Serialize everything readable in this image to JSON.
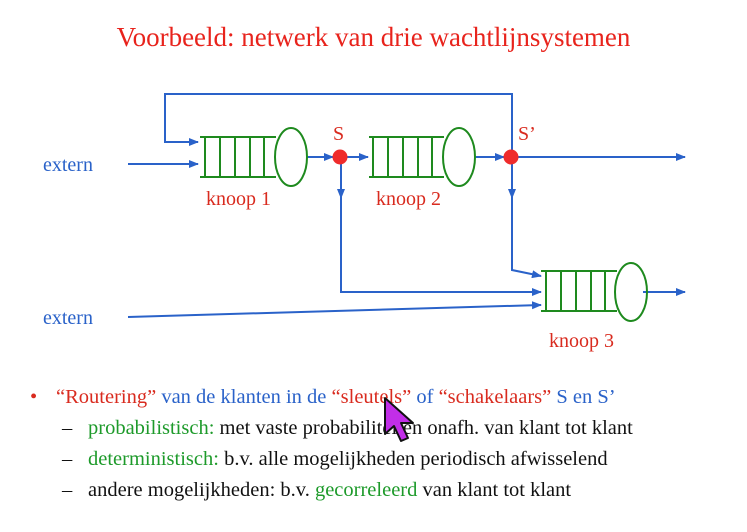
{
  "title": "Voorbeeld: netwerk van drie wachtlijnsystemen",
  "diagram": {
    "extern_top": "extern",
    "extern_bottom": "extern",
    "node1": "knoop 1",
    "node2": "knoop 2",
    "node3": "knoop 3",
    "switch_s": "S",
    "switch_s_prime": "S’"
  },
  "bullets": {
    "main": {
      "quote_routering": "“Routering”",
      "text_1": " van de klanten in de ",
      "quote_sleutels": "“sleutels”",
      "text_2": " of ",
      "quote_schakelaars": "“schakelaars”",
      "text_3": " S en S’"
    },
    "sub": [
      {
        "dash": "–",
        "term": "probabilistisch:",
        "rest": " met vaste probabiliteiten onafh. van klant tot klant"
      },
      {
        "dash": "–",
        "term": "deterministisch:",
        "rest": " b.v. alle mogelijkheden periodisch afwisselend"
      },
      {
        "dash": "–",
        "pre": "andere mogelijkheden: b.v. ",
        "term": "gecorreleerd",
        "rest": " van klant tot klant"
      }
    ]
  },
  "colors": {
    "title": "#e8231c",
    "arrows": "#2a62c9",
    "queue": "#1e8a1e",
    "switch_dot": "#ef2b2b",
    "node_label": "#d92b1f",
    "cursor": "#c22ee8"
  }
}
